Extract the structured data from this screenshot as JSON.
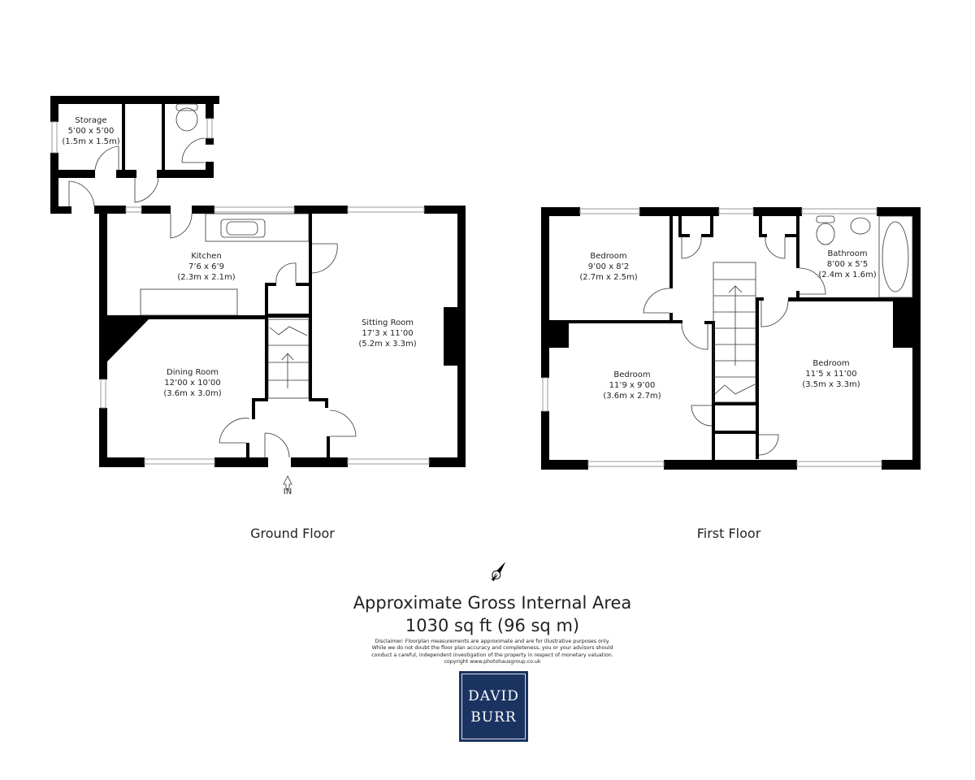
{
  "ground_floor": {
    "label": "Ground Floor",
    "entrance_label": "IN",
    "rooms": [
      {
        "name": "Storage",
        "imperial": "5’00 x 5’00",
        "metric": "(1.5m x 1.5m)"
      },
      {
        "name": "Kitchen",
        "imperial": "7’6 x 6’9",
        "metric": "(2.3m x 2.1m)"
      },
      {
        "name": "Sitting Room",
        "imperial": "17’3 x 11’00",
        "metric": "(5.2m x 3.3m)"
      },
      {
        "name": "Dining Room",
        "imperial": "12’00 x 10’00",
        "metric": "(3.6m x 3.0m)"
      }
    ]
  },
  "first_floor": {
    "label": "First Floor",
    "rooms": [
      {
        "name": "Bedroom",
        "imperial": "9’00 x 8’2",
        "metric": "(2.7m x 2.5m)"
      },
      {
        "name": "Bathroom",
        "imperial": "8’00 x 5’5",
        "metric": "(2.4m x 1.6m)"
      },
      {
        "name": "Bedroom",
        "imperial": "11’9 x 9’00",
        "metric": "(3.6m x 2.7m)"
      },
      {
        "name": "Bedroom",
        "imperial": "11’5 x 11’00",
        "metric": "(3.5m x 3.3m)"
      }
    ]
  },
  "compass": {
    "label": "N",
    "icon": "north-arrow-icon"
  },
  "area": {
    "title": "Approximate Gross Internal Area",
    "value": "1030 sq ft (96 sq m)"
  },
  "disclaimer": [
    "Disclaimer: Floorplan measurements are approximate and are for illustrative purposes only.",
    "While we do not doubt the floor plan accuracy and completeness, you or your advisors should",
    "conduct a careful, independent investigation of the property in respect of monetary valuation.",
    "copyright www.photohausgroup.co.uk"
  ],
  "logo": {
    "line1": "DAVID",
    "line2": "BURR",
    "color": "#1b3361"
  },
  "colors": {
    "wall": "#000000",
    "window": "#9a9a9a"
  }
}
